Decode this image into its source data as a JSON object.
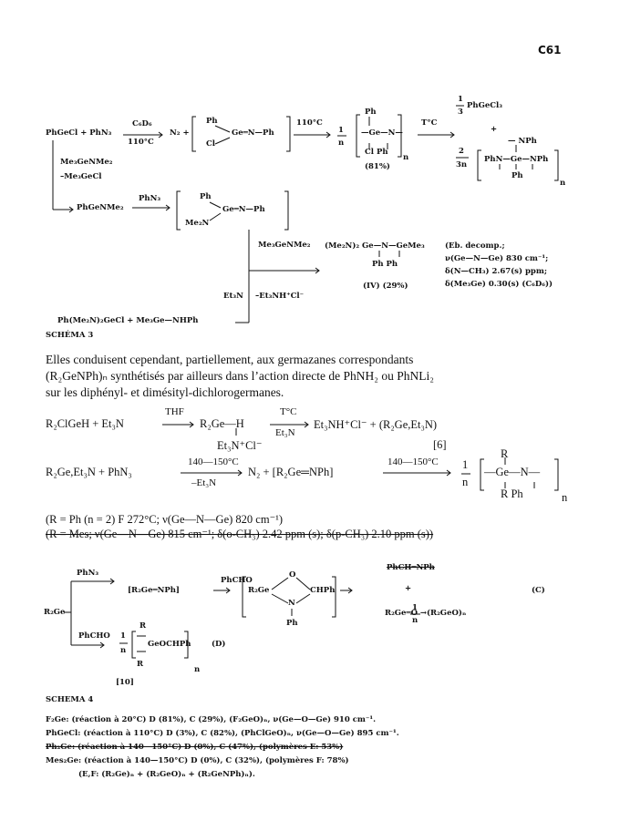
{
  "page": {
    "number": "C61"
  },
  "schema3": {
    "label": "SCHÉMA 3",
    "row1": {
      "reactants": "PhGeCl + PhN₃",
      "cond_top": "C₆D₆",
      "cond_bottom": "110°C",
      "n2": "N₂ +",
      "bracket_ph": "Ph",
      "bracket_cl": "Cl",
      "bracket_center": "Ge═N—Ph",
      "arrow2": "110°C",
      "frac_num": "1",
      "frac_den": "n",
      "poly_ph": "Ph",
      "poly_ge": "—Ge—N—",
      "poly_bottom": "Cl   Ph",
      "poly_n": "n",
      "yield": "(81%)",
      "arrow3": "T°C",
      "right1_num": "1",
      "right1_den": "3",
      "right1_text": "PhGeCl₃",
      "plus": "+",
      "right2_num": "2",
      "right2_den": "3n",
      "right2_top": "— NPh",
      "right2_mid": "PhN—Ge—NPh",
      "right2_bottom": "Ph",
      "right2_n": "n"
    },
    "branch": {
      "reagent1": "Me₃GeNMe₂",
      "reagent2": "–Me₃GeCl",
      "product": "PhGeNMe₂",
      "cond": "PhN₃",
      "bracket_ph": "Ph",
      "bracket_me2n": "Me₂N",
      "bracket_center": "Ge═N—Ph"
    },
    "lower": {
      "reagent_top": "Me₃GeNMe₂",
      "reagent_left": "Et₃N",
      "reagent_right": "–Et₃NH⁺Cl⁻",
      "product": "(Me₂N)₂ Ge—N—GeMe₃",
      "product_sub": "Ph   Ph",
      "product_label": "(IV) (29%)",
      "data1": "(Eb. decomp.;",
      "data2": "ν(Ge—N—Ge) 830 cm⁻¹;",
      "data3": "δ(N—CH₃) 2.67(s) ppm;",
      "data4": "δ(Me₃Ge) 0.30(s) (C₆D₆))",
      "start": "Ph(Me₂N)₂GeCl + Me₃Ge—NHPh"
    }
  },
  "paragraph": {
    "line1": "Elles conduisent cependant, partiellement, aux germazanes correspondants",
    "line2": "(R₂GeNPh)ₙ synthétisés par ailleurs dans l’action directe de PhNH₂  ou PhNLi₂",
    "line3": "sur les diphényl- et dimésityl-dichlorogermanes."
  },
  "equations": {
    "eq1_left": "R₂ClGeH + Et₃N",
    "eq1_cond": "THF",
    "eq1_mid": "R₂Ge—H",
    "eq1_sub": "Et₃N⁺Cl⁻",
    "eq1_cond2_top": "T°C",
    "eq1_cond2_bottom": "Et₃N",
    "eq1_right": "Et₃NH⁺Cl⁻ + (R₂Ge,Et₃N)",
    "ref6": "[6]",
    "eq2_left": "R₂Ge,Et₃N + PhN₃",
    "eq2_cond_top": "140—150°C",
    "eq2_cond_bottom": "–Et₃N",
    "eq2_mid": "N₂ + [R₂Ge═NPh]",
    "eq2_cond2": "140—150°C",
    "eq2_frac_num": "1",
    "eq2_frac_den": "n",
    "eq2_poly_r_top": "R",
    "eq2_poly": "—Ge—N—",
    "eq2_poly_bottom": "R    Ph",
    "eq2_n": "n",
    "note1": "(R = Ph (n = 2) F 272°C; ν(Ge—N—Ge) 820 cm⁻¹)",
    "note2": "(R = Mes; ν(Ge—N—Ge) 815 cm⁻¹; δ(o-CH₃) 2.42 ppm (s); δ(p-CH₃) 2.10 ppm (s))"
  },
  "schema4": {
    "label": "SCHEMA 4",
    "start": "R₂Ge",
    "top_cond": "PhN₃",
    "top_product": "[R₂Ge═NPh]",
    "cond2": "PhCHO",
    "ring_o": "O",
    "ring_left": "R₂Ge",
    "ring_right": "CHPh",
    "ring_n": "N",
    "ring_ph": "Ph",
    "products_top": "PhCH═NPh",
    "products_plus": "+",
    "products_bottom": "R₂Ge═O →",
    "frac_num": "1",
    "frac_den": "n",
    "products_end": "(R₂GeO)ₙ",
    "label_c": "(C)",
    "bottom_cond": "PhCHO",
    "bottom_frac_num": "1",
    "bottom_frac_den": "n",
    "bottom_r_top": "R",
    "bottom_poly": "GeOCHPh",
    "bottom_r_bottom": "R",
    "bottom_n": "n",
    "label_d": "(D)",
    "ref10": "[10]"
  },
  "results": {
    "line1": "F₂Ge: (réaction à 20°C) D (81%), C (29%), (F₂GeO)ₙ, ν(Ge—O—Ge) 910 cm⁻¹.",
    "line2": "PhGeCl: (réaction à 110°C) D (3%), C (82%), (PhClGeO)ₙ, ν(Ge—O—Ge) 895 cm⁻¹.",
    "line3": "Ph₂Ge: (réaction à 140—150°C) D (0%), C (47%), (polymères E: 53%)",
    "line4": "Mes₂Ge: (réaction à 140—150°C) D (0%), C (32%), (polymères F: 78%)",
    "line5": "(E,F: (R₂Ge)ₙ + (R₂GeO)ₙ + (R₂GeNPh)ₙ)."
  }
}
